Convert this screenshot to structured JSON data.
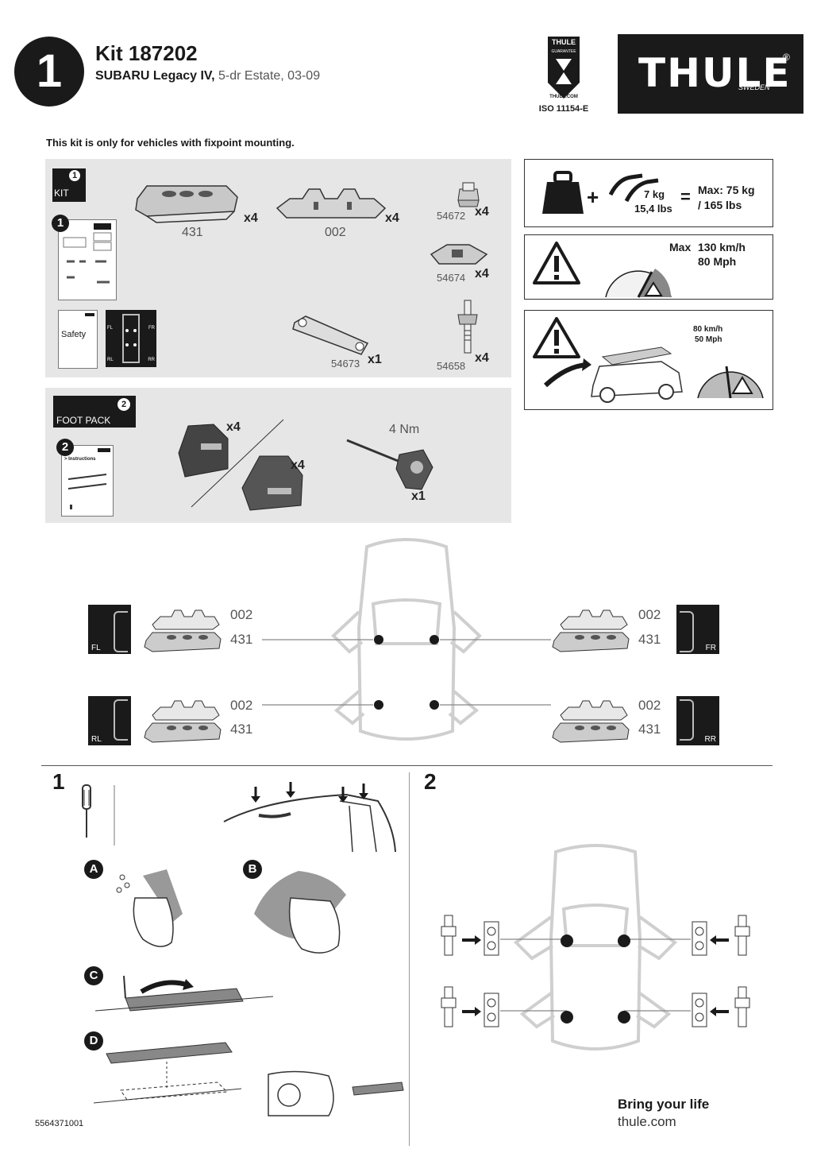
{
  "header": {
    "step_number": "1",
    "kit_title": "Kit 187202",
    "vehicle_make": "SUBARU Legacy IV,",
    "vehicle_detail": " 5-dr Estate, 03-09",
    "guarantee_top": "THULE",
    "guarantee_mid": "GUARANTEE",
    "guarantee_url": "THULE.COM",
    "iso": "ISO 11154-E",
    "logo_text": "THULE",
    "logo_sub": "SWEDEN",
    "logo_reg": "®"
  },
  "notice": "This kit is only for vehicles with fixpoint mounting.",
  "kit_panel": {
    "badge_number": "1",
    "badge_label": "KIT",
    "booklet_number": "1",
    "safety_label": "Safety",
    "corner_labels": [
      "FL",
      "FR",
      "RL",
      "RR"
    ],
    "parts": [
      {
        "code": "431",
        "qty": "x4"
      },
      {
        "code": "002",
        "qty": "x4"
      },
      {
        "code": "54672",
        "qty": "x4"
      },
      {
        "code": "54674",
        "qty": "x4"
      },
      {
        "code": "54673",
        "qty": "x1"
      },
      {
        "code": "54658",
        "qty": "x4"
      }
    ]
  },
  "foot_panel": {
    "badge_label": "FOOT PACK",
    "badge_number": "2",
    "booklet_number": "2",
    "booklet_text": "> Instructions",
    "foot_qty_1": "x4",
    "foot_qty_2": "x4",
    "tool_torque": "4 Nm",
    "tool_qty": "x1"
  },
  "load_info": {
    "weight": "7 kg",
    "weight_lbs": "15,4 lbs",
    "equals": "=",
    "plus": "+",
    "max_kg": "Max: 75 kg",
    "max_lbs": "/ 165 lbs"
  },
  "speed_info": {
    "max_label": "Max",
    "kmh": "130 km/h",
    "mph": "80 Mph"
  },
  "wash_info": {
    "kmh": "80 km/h",
    "mph": "50 Mph"
  },
  "positions": [
    {
      "corner": "FL",
      "top_code": "002",
      "bottom_code": "431"
    },
    {
      "corner": "FR",
      "top_code": "002",
      "bottom_code": "431"
    },
    {
      "corner": "RL",
      "top_code": "002",
      "bottom_code": "431"
    },
    {
      "corner": "RR",
      "top_code": "002",
      "bottom_code": "431"
    }
  ],
  "steps": {
    "step1": "1",
    "step2": "2",
    "sub_a": "A",
    "sub_b": "B",
    "sub_c": "C",
    "sub_d": "D"
  },
  "footer": {
    "doc_number": "5564371001",
    "tagline": "Bring your life",
    "url": "thule.com"
  },
  "colors": {
    "panel_gray": "#e6e6e6",
    "ink": "#1a1a1a",
    "car_outline": "#cfcfcf"
  }
}
